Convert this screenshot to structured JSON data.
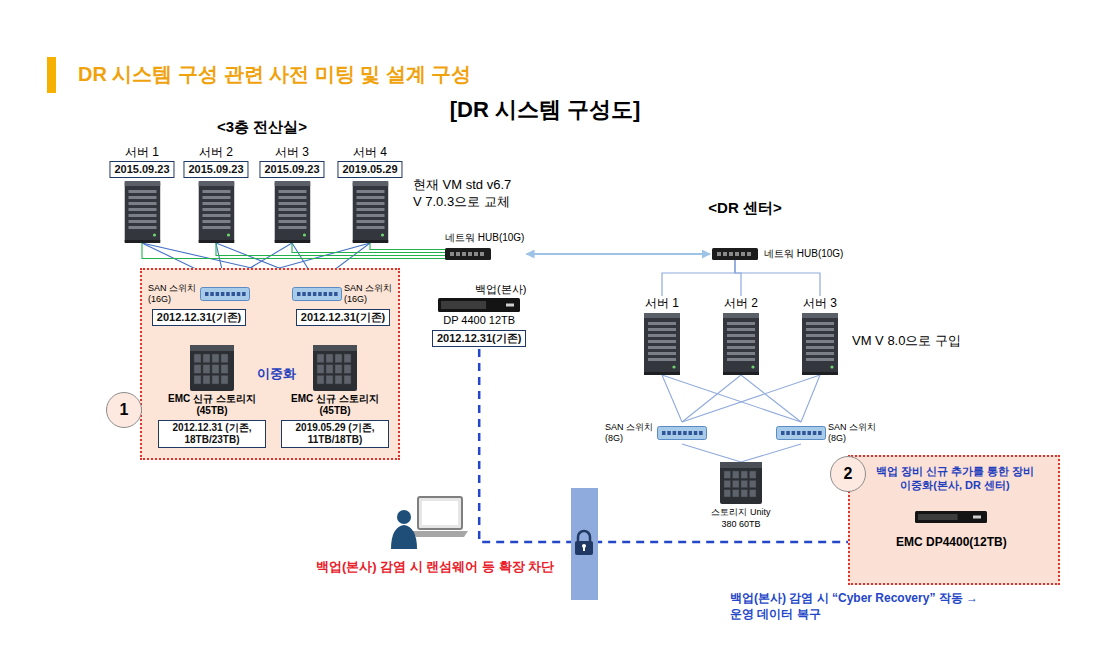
{
  "diagram": {
    "title": "DR 시스템 구성 관련 사전 미팅 및 설계 구성",
    "nodes": [
      {
        "text": [
          "서버 1",
          "2015.09.23"
        ]
      },
      {
        "text": [
          "서버 2",
          "2015.09.23"
        ]
      },
      {
        "text": [
          "서버 3",
          "2015.09.23"
        ]
      },
      {
        "text": [
          "서버 4",
          "2019.05.29"
        ]
      },
      {
        "text": [
          "네트워 HUB(10G)"
        ]
      },
      {
        "text": [
          "이중화"
        ]
      },
      {
        "text": [
          "SAN 스위치 (16G)",
          "2012.12.31(기존)"
        ],
        "in": 5
      },
      {
        "text": [
          "SAN 스위치 (16G)",
          "2012.12.31(기존)"
        ],
        "in": 5
      },
      {
        "text": [
          "EMC 신규 스토리지 (45TB)",
          "2012.12.31 (기존, 18TB/23TB)"
        ],
        "in": 5
      },
      {
        "text": [
          "EMC 신규 스토리지 (45TB)",
          "2019.05.29 (기존, 11TB/18TB)"
        ],
        "in": 5
      },
      {
        "text": [
          "1"
        ]
      },
      {
        "text": [
          "백업(본사)",
          "DP 4400 12TB",
          "2012.12.31(기존)"
        ]
      },
      {
        "text": [
          "네트워 HUB(10G)"
        ]
      },
      {
        "text": [
          "서버 1"
        ]
      },
      {
        "text": [
          "서버 2"
        ]
      },
      {
        "text": [
          "서버 3"
        ]
      },
      {
        "text": [
          "SAN 스위치 (8G)"
        ]
      },
      {
        "text": [
          "SAN 스위치 (8G)"
        ]
      },
      {
        "text": [
          "스토리지 Unity 380 60TB"
        ]
      },
      {
        "text": [
          "2"
        ]
      },
      {
        "text": [
          "백업 장비 신규 추가를 통한 장비 이중화(본사, DR 센터)"
        ]
      },
      {
        "text": [
          "EMC DP4400(12TB)"
        ],
        "in": 20
      }
    ],
    "edges": [
      {
        "from": 0,
        "to": 6,
        "arrow": "none"
      },
      {
        "from": 0,
        "to": 7,
        "arrow": "none"
      },
      {
        "from": 1,
        "to": 6,
        "arrow": "none"
      },
      {
        "from": 1,
        "to": 7,
        "arrow": "none"
      },
      {
        "from": 2,
        "to": 6,
        "arrow": "none"
      },
      {
        "from": 2,
        "to": 7,
        "arrow": "none"
      },
      {
        "from": 3,
        "to": 6,
        "arrow": "none"
      },
      {
        "from": 3,
        "to": 7,
        "arrow": "none"
      },
      {
        "from": 0,
        "to": 4,
        "arrow": "none"
      },
      {
        "from": 1,
        "to": 4,
        "arrow": "none"
      },
      {
        "from": 2,
        "to": 4,
        "arrow": "none"
      },
      {
        "from": 3,
        "to": 4,
        "arrow": "none"
      },
      {
        "from": 6,
        "to": 8,
        "arrow": "none"
      },
      {
        "from": 6,
        "to": 9,
        "arrow": "none"
      },
      {
        "from": 7,
        "to": 8,
        "arrow": "none"
      },
      {
        "from": 7,
        "to": 9,
        "arrow": "none"
      },
      {
        "from": 4,
        "to": 12,
        "arrow": "both"
      },
      {
        "from": 12,
        "to": 13,
        "arrow": "none"
      },
      {
        "from": 12,
        "to": 14,
        "arrow": "none"
      },
      {
        "from": 12,
        "to": 15,
        "arrow": "none"
      },
      {
        "from": 13,
        "to": 16,
        "arrow": "none"
      },
      {
        "from": 13,
        "to": 17,
        "arrow": "none"
      },
      {
        "from": 14,
        "to": 16,
        "arrow": "none"
      },
      {
        "from": 14,
        "to": 17,
        "arrow": "none"
      },
      {
        "from": 15,
        "to": 16,
        "arrow": "none"
      },
      {
        "from": 15,
        "to": 17,
        "arrow": "none"
      },
      {
        "from": 16,
        "to": 18,
        "arrow": "none"
      },
      {
        "from": 17,
        "to": 18,
        "arrow": "none"
      },
      {
        "from": 11,
        "to": 21,
        "arrow": "to"
      }
    ],
    "labels": [
      "[DR 시스템 구성도]",
      "<3층 전산실>",
      "현재 VM std v6.7 V 7.0.3으로 교체",
      "<DR 센터>",
      "VM V 8.0으로 구입",
      "백업(본사) 감염 시 랜섬웨어 등 확장 차단",
      "백업(본사) 감염 시 “Cyber Recovery” 작동 → 운영 데이터 복구"
    ]
  }
}
